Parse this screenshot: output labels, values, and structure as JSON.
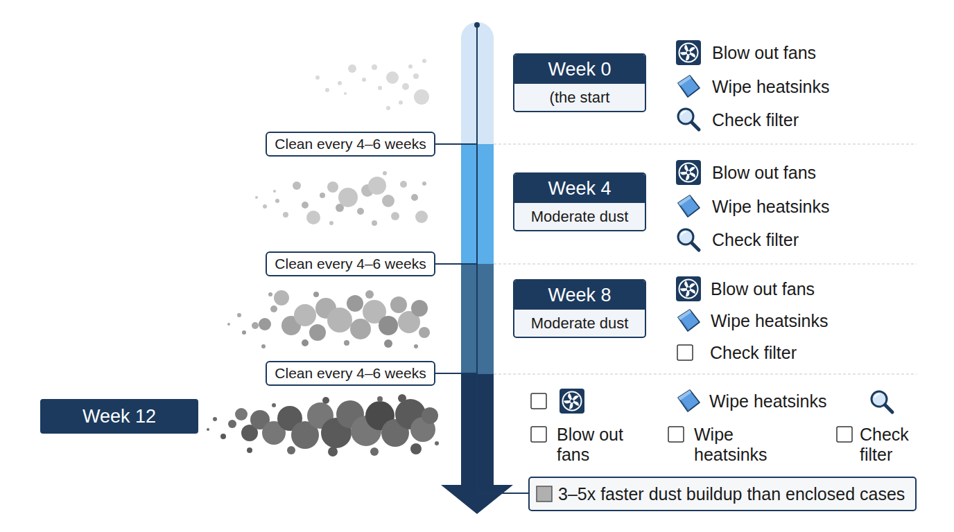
{
  "diagram": {
    "nodes": [
      {
        "text": [
          "Week 0",
          "(the start"
        ]
      },
      {
        "text": [
          "Clean every 4–6 weeks"
        ]
      },
      {
        "text": [
          "Week 4",
          "Moderate dust"
        ]
      },
      {
        "text": [
          "Clean every 4–6 weeks"
        ]
      },
      {
        "text": [
          "Week 8",
          "Moderate dust"
        ]
      },
      {
        "text": [
          "Clean every 4–6 weeks"
        ]
      },
      {
        "text": [
          "Week 12"
        ]
      },
      {
        "text": [
          "3–5x faster dust buildup than enclosed cases"
        ]
      }
    ],
    "labels": [
      "Blow out fans",
      "Wipe heatsinks",
      "Check filter",
      "Blow out fans",
      "Wipe heatsinks",
      "Check filter",
      "Blow out fans",
      "Wipe heatsinks",
      "Check filter",
      "Wipe heatsinks",
      "Blow out fans",
      "Wipe heatsinks",
      "Check filter"
    ]
  }
}
